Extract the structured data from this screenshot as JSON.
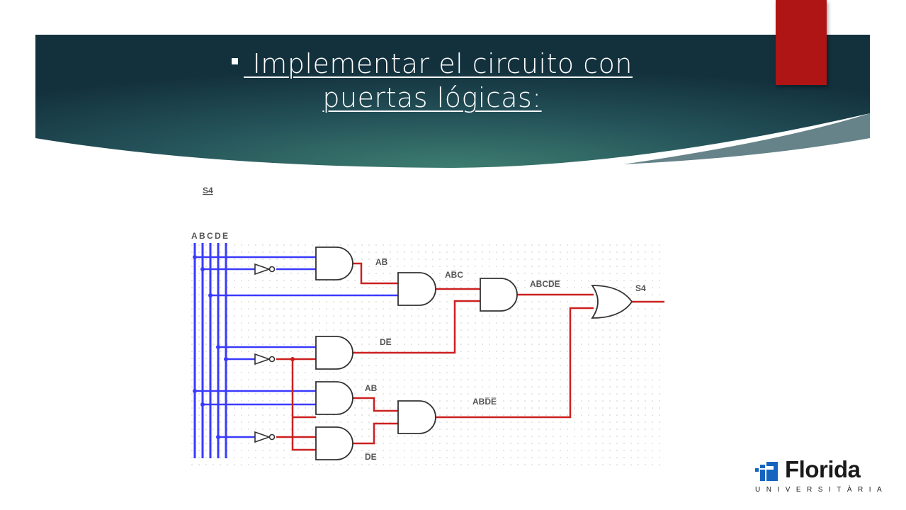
{
  "slide": {
    "title_line1": " Implementar el circuito con",
    "title_line2": "puertas lógicas:",
    "colors": {
      "banner_dark": "#14353f",
      "banner_mid": "#3b7a6e",
      "accent_red": "#b01515",
      "wire_blue": "#3a3aff",
      "wire_red": "#cc2020"
    }
  },
  "circuit": {
    "output_heading": "S4",
    "inputs": [
      "A",
      "B",
      "C",
      "D",
      "E"
    ],
    "terms": {
      "t1": "AB̅",
      "t2": "AB̅C",
      "t3": "AB̅CD̅E̅",
      "t4": "DE̅",
      "t5": "AB",
      "t6": "ABD̅E̅",
      "t7": "D̅E"
    },
    "output": "S4"
  },
  "logo": {
    "name": "Florida",
    "subtitle": "UNIVERSITÀRIA"
  }
}
